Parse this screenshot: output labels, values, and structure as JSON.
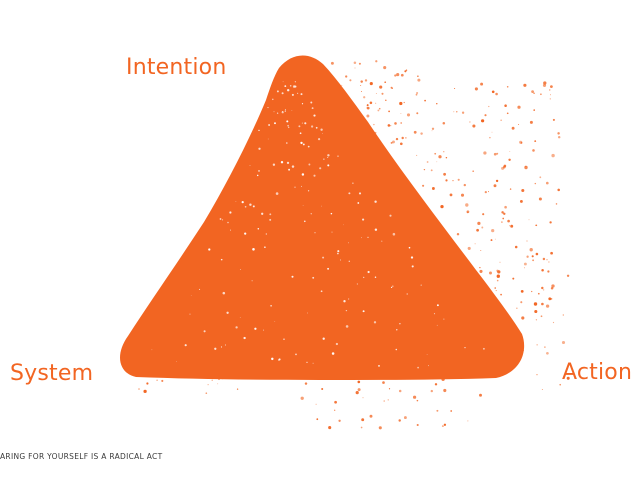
{
  "colors": {
    "accent": "#F26522",
    "text": "#3a3a3a",
    "background": "#ffffff"
  },
  "diagram": {
    "shape": "triangle",
    "vertices": {
      "top": "Intention",
      "left": "System",
      "right": "Action"
    }
  },
  "footer": {
    "caption": "ARING FOR YOURSELF IS A RADICAL ACT"
  }
}
